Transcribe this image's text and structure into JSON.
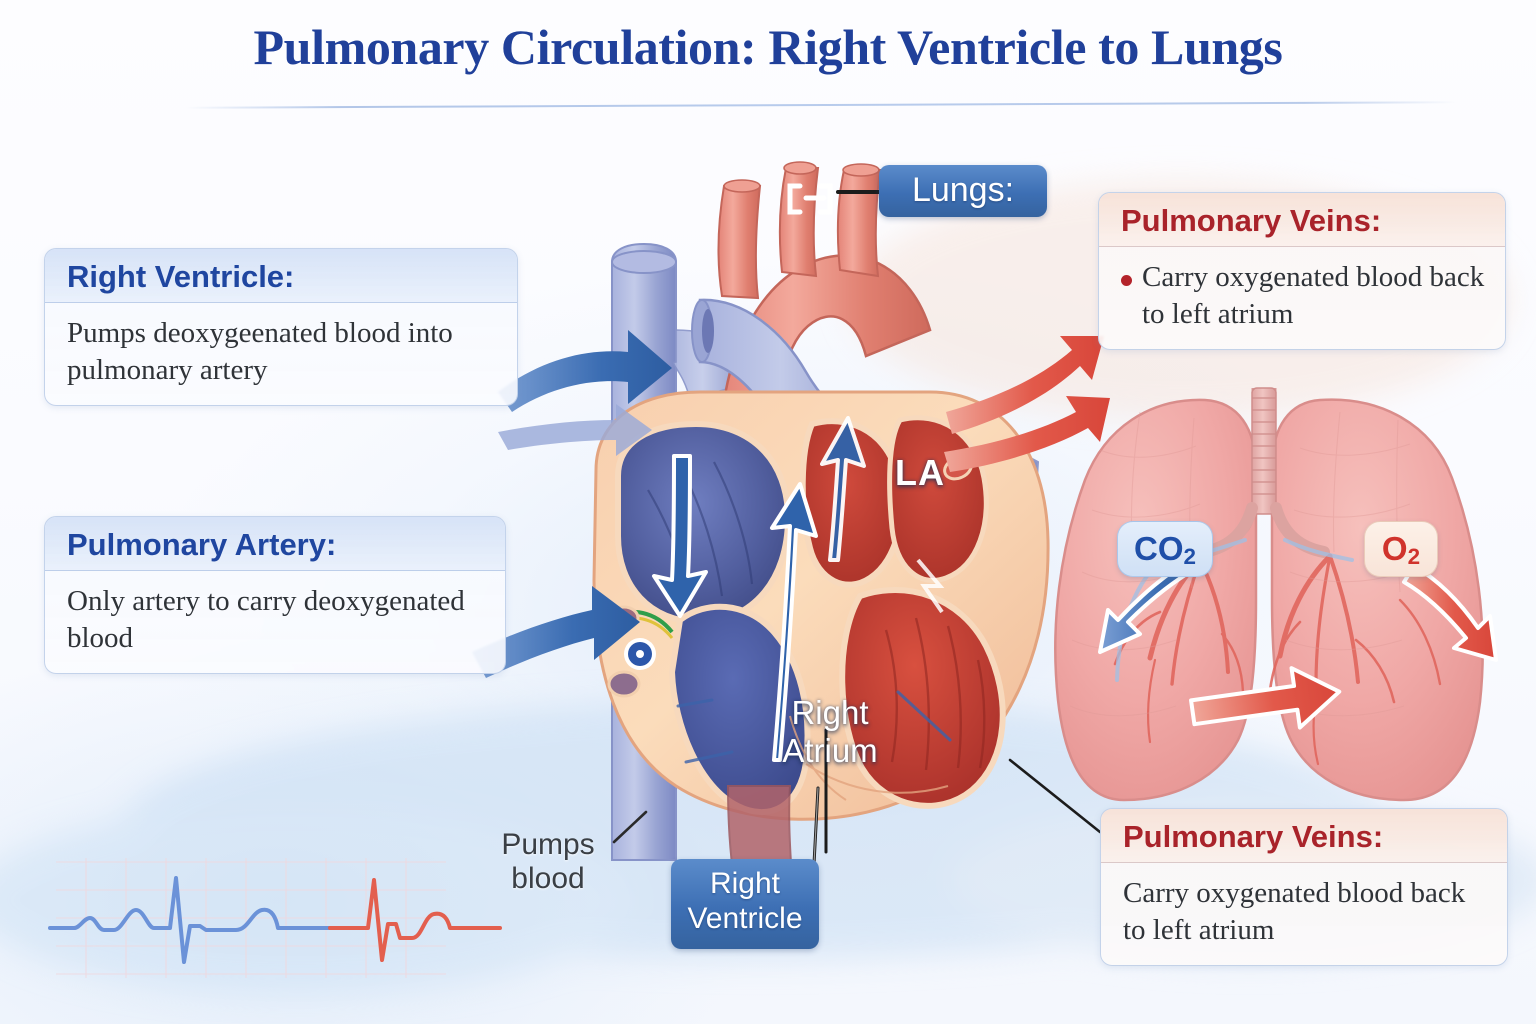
{
  "title": "Pulmonary Circulation: Right Ventricle to Lungs",
  "callouts": [
    {
      "id": "right-ventricle",
      "heading": "Right Ventricle:",
      "body": "Pumps deoxygeenated blood into pulmonary artery",
      "accent": "#1f46a0",
      "bullet": false
    },
    {
      "id": "pulmonary-artery",
      "heading": "Pulmonary Artery:",
      "body": "Only artery to carry deoxygenated blood",
      "accent": "#1f46a0",
      "bullet": false
    },
    {
      "id": "pulmonary-veins-top",
      "heading": "Pulmonary Veins:",
      "body": "Carry oxygenated blood back to left atrium",
      "accent": "#a9232a",
      "bullet": true
    },
    {
      "id": "pulmonary-veins-bottom",
      "heading": "Pulmonary Veins:",
      "body": "Carry oxygenated blood back to left atrium",
      "accent": "#a9232a",
      "bullet": false
    }
  ],
  "badges": {
    "lungs": "Lungs:",
    "right_ventricle": "Right Ventricle"
  },
  "labels": {
    "right_atrium": "Right Atrium",
    "pumps_blood": "Pumps blood",
    "left_atrium": "LA"
  },
  "gas_badges": {
    "co2_text": "CO",
    "co2_sub": "2",
    "o2_text": "O",
    "o2_sub": "2"
  },
  "colors": {
    "title": "#20409a",
    "blue_accent": "#1f46a0",
    "red_accent": "#a9232a",
    "badge_blue": "#3d6fb4",
    "arrow_blue": "#2f63ab",
    "arrow_red": "#e1493c",
    "deoxygenated": "#3b5fa8",
    "oxygenated": "#d9453c",
    "background": "#fbfbff"
  },
  "ecg": {
    "left_trace_color": "#6b92d8",
    "right_trace_color": "#e35f4e",
    "grid_color": "#f0d8de"
  }
}
